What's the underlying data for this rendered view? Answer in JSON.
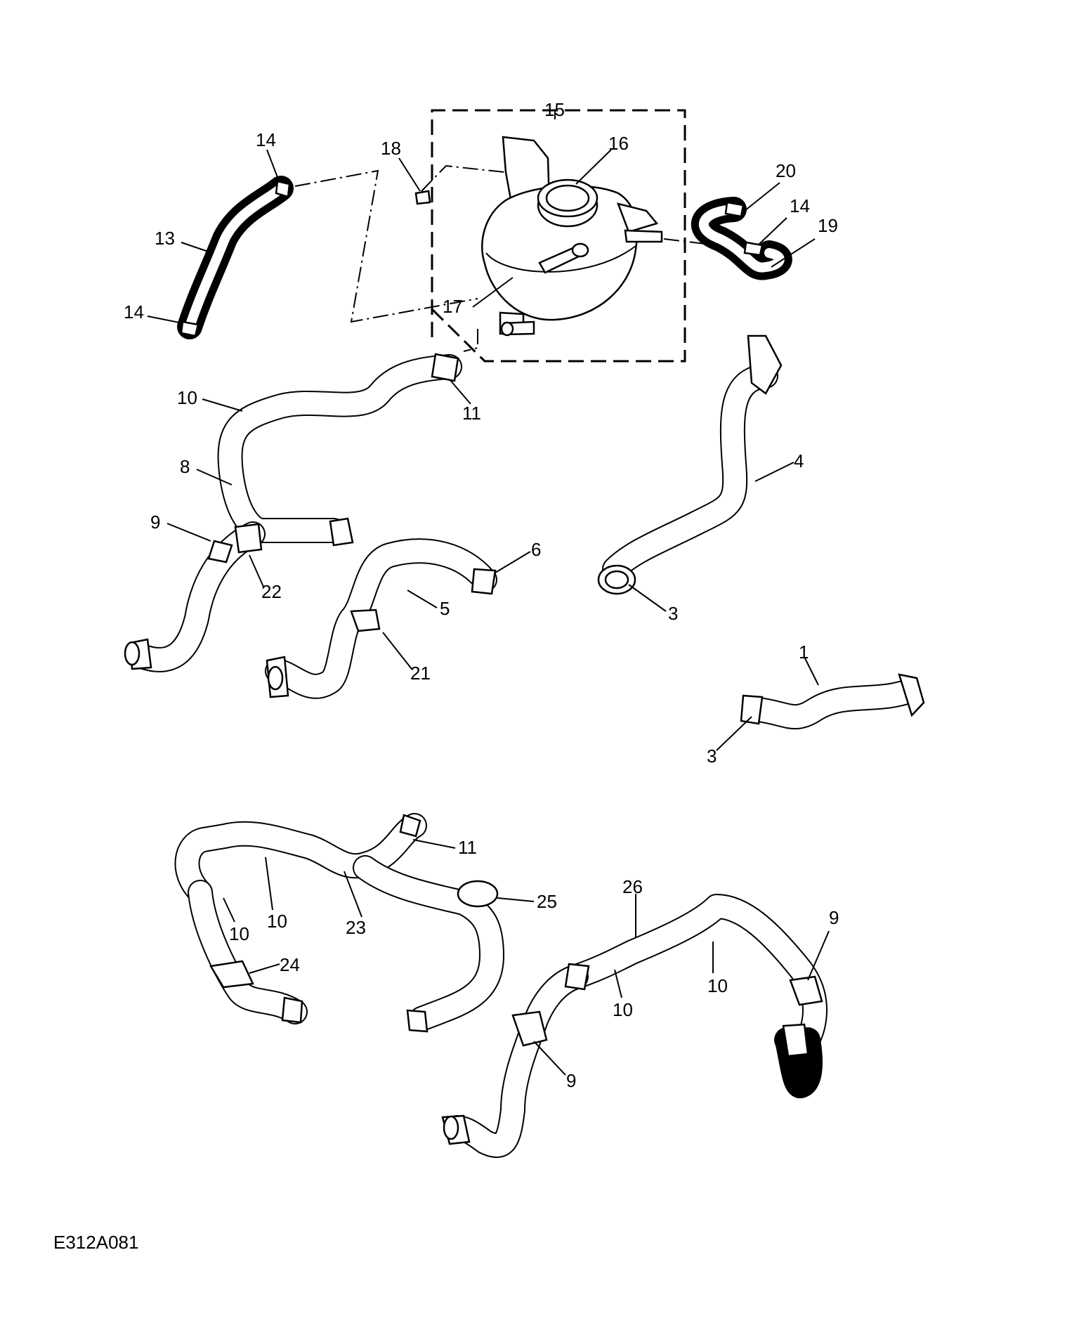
{
  "diagram_code": "E312A081",
  "callouts": [
    {
      "id": "c15",
      "text": "15"
    },
    {
      "id": "c16",
      "text": "16"
    },
    {
      "id": "c14a",
      "text": "14"
    },
    {
      "id": "c18",
      "text": "18"
    },
    {
      "id": "c20",
      "text": "20"
    },
    {
      "id": "c14b",
      "text": "14"
    },
    {
      "id": "c19",
      "text": "19"
    },
    {
      "id": "c13",
      "text": "13"
    },
    {
      "id": "c14c",
      "text": "14"
    },
    {
      "id": "c17",
      "text": "17"
    },
    {
      "id": "c10a",
      "text": "10"
    },
    {
      "id": "c11a",
      "text": "11"
    },
    {
      "id": "c8",
      "text": "8"
    },
    {
      "id": "c4",
      "text": "4"
    },
    {
      "id": "c9a",
      "text": "9"
    },
    {
      "id": "c6",
      "text": "6"
    },
    {
      "id": "c22",
      "text": "22"
    },
    {
      "id": "c5",
      "text": "5"
    },
    {
      "id": "c3a",
      "text": "3"
    },
    {
      "id": "c21",
      "text": "21"
    },
    {
      "id": "c1",
      "text": "1"
    },
    {
      "id": "c3b",
      "text": "3"
    },
    {
      "id": "c11b",
      "text": "11"
    },
    {
      "id": "c25",
      "text": "25"
    },
    {
      "id": "c26",
      "text": "26"
    },
    {
      "id": "c10b",
      "text": "10"
    },
    {
      "id": "c10c",
      "text": "10"
    },
    {
      "id": "c23",
      "text": "23"
    },
    {
      "id": "c9b",
      "text": "9"
    },
    {
      "id": "c24",
      "text": "24"
    },
    {
      "id": "c10d",
      "text": "10"
    },
    {
      "id": "c10e",
      "text": "10"
    },
    {
      "id": "c9c",
      "text": "9"
    }
  ]
}
